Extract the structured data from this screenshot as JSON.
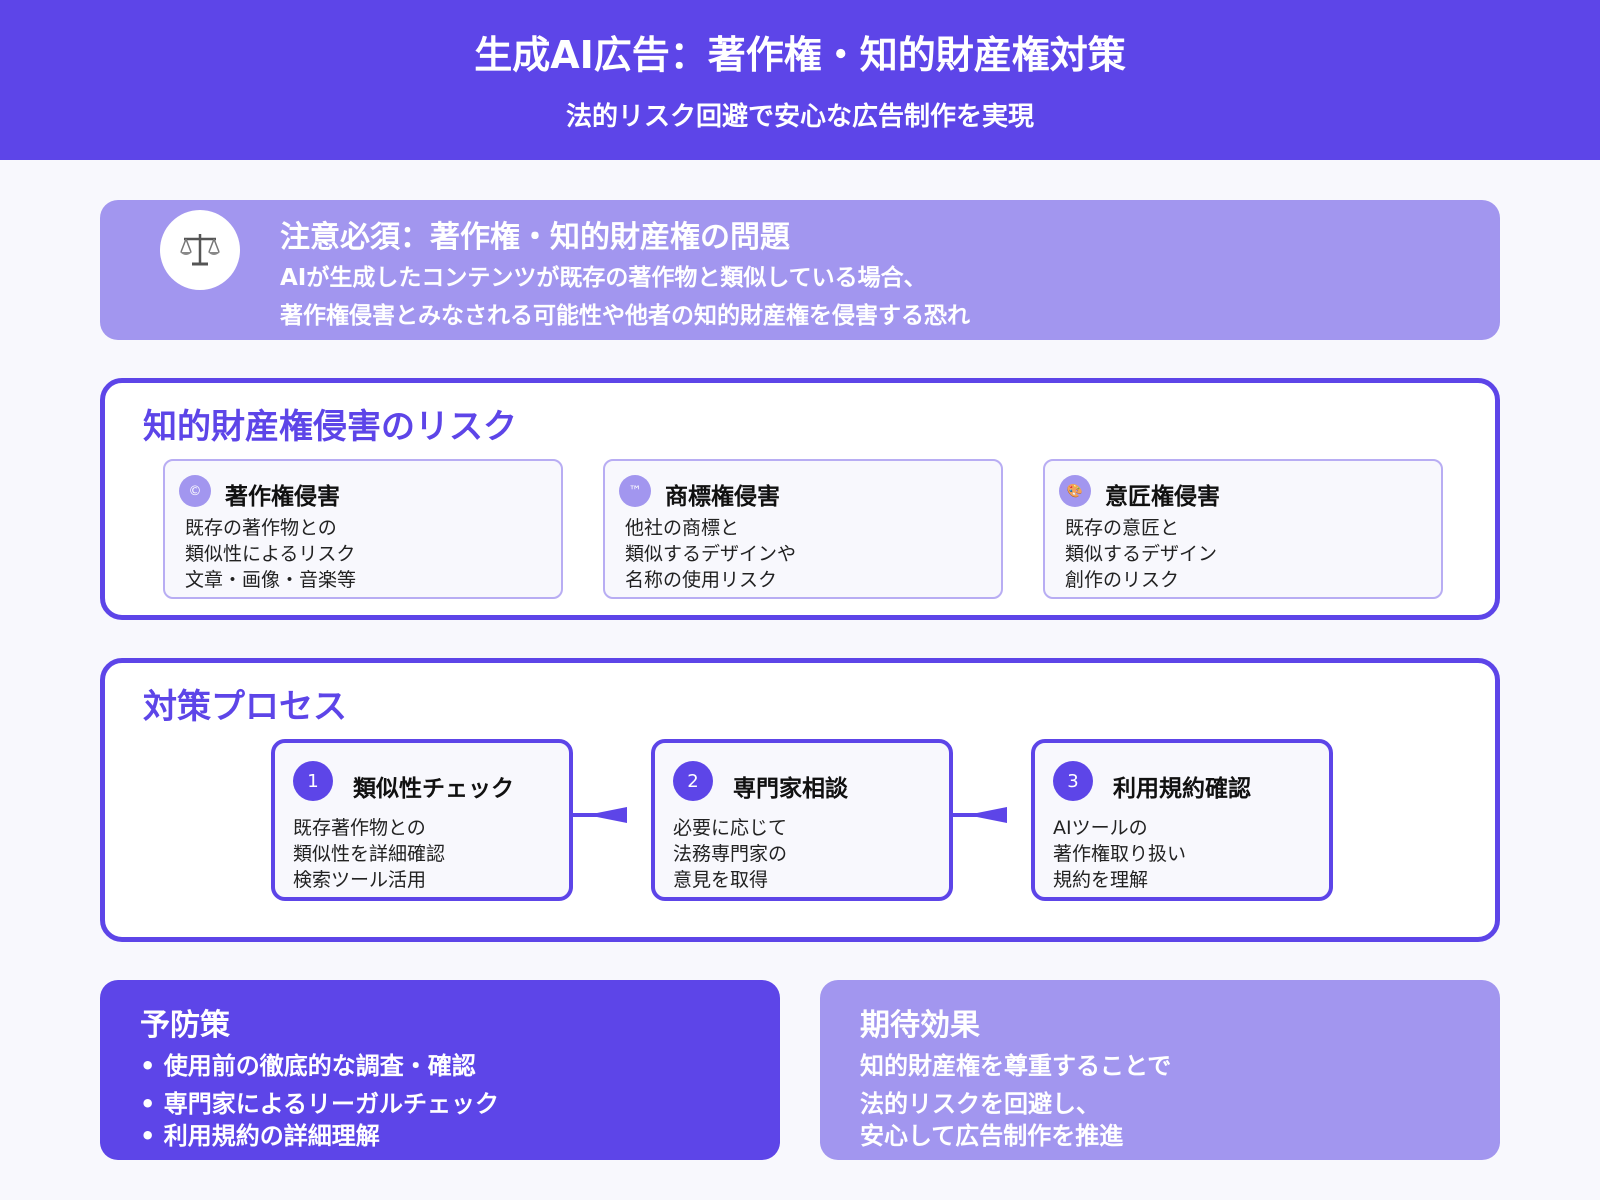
{
  "header": {
    "title": "生成AI広告：著作権・知的財産権対策",
    "subtitle": "法的リスク回避で安心な広告制作を実現"
  },
  "alert": {
    "icon": "scales-icon",
    "title": "注意必須：著作権・知的財産権の問題",
    "line1": "AIが生成したコンテンツが既存の著作物と類似している場合、",
    "line2": "著作権侵害とみなされる可能性や他者の知的財産権を侵害する恐れ"
  },
  "risks": {
    "title": "知的財産権侵害のリスク",
    "items": [
      {
        "icon_text": "©",
        "icon": "copyright-icon",
        "title": "著作権侵害",
        "lines": [
          "既存の著作物との",
          "類似性によるリスク",
          "文章・画像・音楽等"
        ]
      },
      {
        "icon_text": "™",
        "icon": "trademark-icon",
        "title": "商標権侵害",
        "lines": [
          "他社の商標と",
          "類似するデザインや",
          "名称の使用リスク"
        ]
      },
      {
        "icon_text": "🎨",
        "icon": "palette-icon",
        "title": "意匠権侵害",
        "lines": [
          "既存の意匠と",
          "類似するデザイン",
          "創作のリスク"
        ]
      }
    ]
  },
  "process": {
    "title": "対策プロセス",
    "steps": [
      {
        "num": "1",
        "title": "類似性チェック",
        "lines": [
          "既存著作物との",
          "類似性を詳細確認",
          "検索ツール活用"
        ]
      },
      {
        "num": "2",
        "title": "専門家相談",
        "lines": [
          "必要に応じて",
          "法務専門家の",
          "意見を取得"
        ]
      },
      {
        "num": "3",
        "title": "利用規約確認",
        "lines": [
          "AIツールの",
          "著作権取り扱い",
          "規約を理解"
        ]
      }
    ]
  },
  "prevention": {
    "title": "予防策",
    "lines": [
      "• 使用前の徹底的な調査・確認",
      "• 専門家によるリーガルチェック",
      "• 利用規約の詳細理解"
    ]
  },
  "effect": {
    "title": "期待効果",
    "lines": [
      "知的財産権を尊重することで",
      "法的リスクを回避し、",
      "安心して広告制作を推進"
    ]
  },
  "colors": {
    "primary": "#5d45e8",
    "secondary": "#a296ef",
    "background": "#f8f8fd"
  }
}
